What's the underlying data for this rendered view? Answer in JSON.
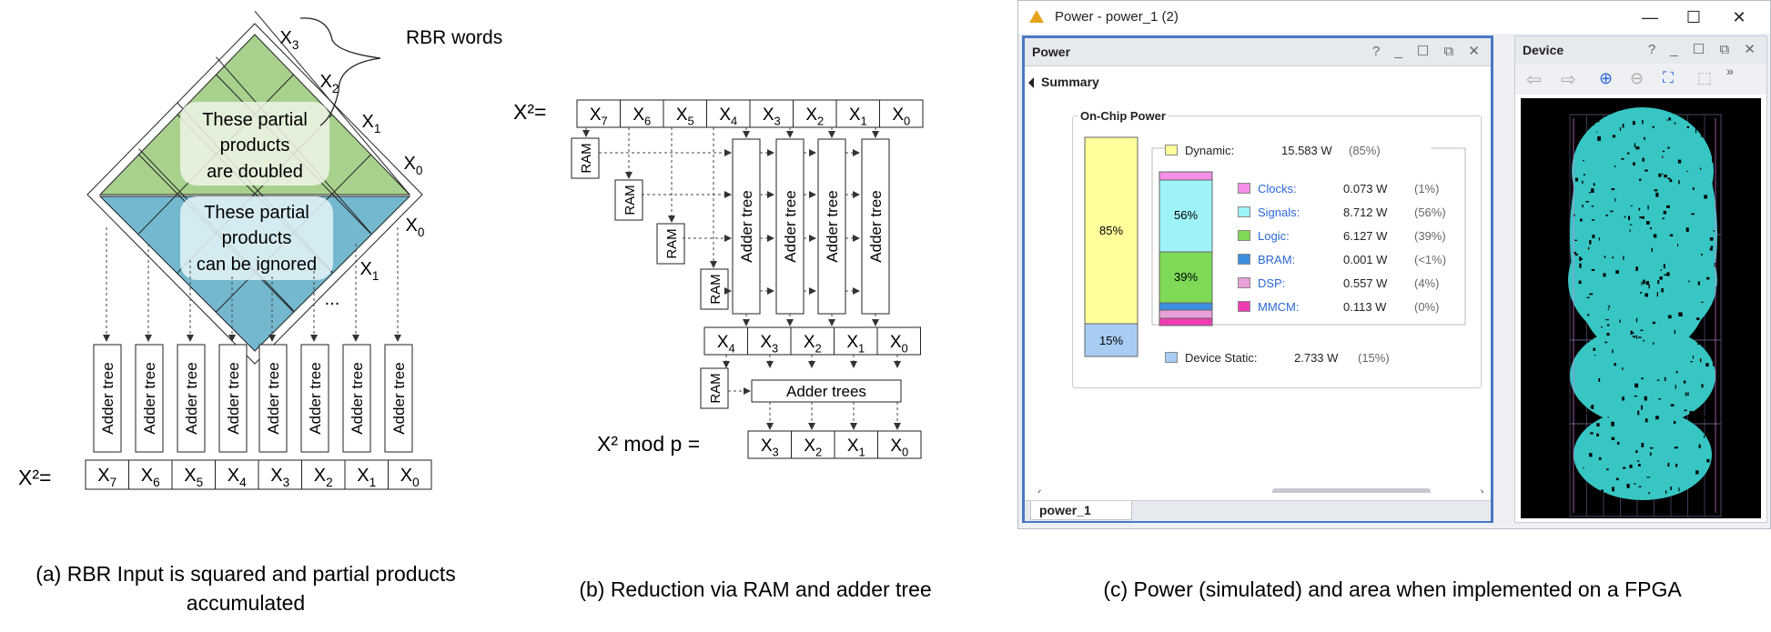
{
  "diagram_a": {
    "top_labels": [
      "X3",
      "X2",
      "X1",
      "X0"
    ],
    "bottom_labels": [
      "X0",
      "X1",
      "..."
    ],
    "rbr_words": "RBR words",
    "green_note": [
      "These partial",
      "products",
      "are doubled"
    ],
    "blue_note": [
      "These partial",
      "products",
      "can be ignored"
    ],
    "adder_tree": "Adder tree",
    "x2_label": "X²=",
    "result_cells": [
      "X7",
      "X6",
      "X5",
      "X4",
      "X3",
      "X2",
      "X1",
      "X0"
    ],
    "caption_line1": "(a) RBR Input is squared and partial products",
    "caption_line2": "accumulated"
  },
  "diagram_b": {
    "x2_label": "X²=",
    "input_cells": [
      "X7",
      "X6",
      "X5",
      "X4",
      "X3",
      "X2",
      "X1",
      "X0"
    ],
    "ram": "RAM",
    "adder_tree": "Adder tree",
    "mid_cells": [
      "X4",
      "X3",
      "X2",
      "X1",
      "X0"
    ],
    "adder_trees": "Adder trees",
    "mod_label": "X² mod p =",
    "out_cells": [
      "X3",
      "X2",
      "X1",
      "X0"
    ],
    "caption": "(b) Reduction via RAM and adder tree"
  },
  "fpga_window": {
    "title": "Power - power_1 (2)",
    "win_buttons": [
      "—",
      "☐",
      "✕"
    ],
    "power_panel": {
      "title": "Power",
      "tools": "? _ ☐ ⧉ ✕",
      "summary": "Summary",
      "on_chip_title": "On-Chip Power",
      "dynamic": {
        "label": "Dynamic:",
        "value": "15.583 W",
        "pct": "(85%)"
      },
      "bar_labels": {
        "dynamic_pct": "85%",
        "static_pct": "15%",
        "signals_pct": "56%",
        "logic_pct": "39%"
      },
      "items": [
        {
          "label": "Clocks:",
          "value": "0.073 W",
          "pct": "(1%)",
          "color": "#f58ee6"
        },
        {
          "label": "Signals:",
          "value": "8.712 W",
          "pct": "(56%)",
          "color": "#9ef3f6"
        },
        {
          "label": "Logic:",
          "value": "6.127 W",
          "pct": "(39%)",
          "color": "#7ed957"
        },
        {
          "label": "BRAM:",
          "value": "0.001 W",
          "pct": "(<1%)",
          "color": "#3c8fe0"
        },
        {
          "label": "DSP:",
          "value": "0.557 W",
          "pct": "(4%)",
          "color": "#e8a0d8"
        },
        {
          "label": "MMCM:",
          "value": "0.113 W",
          "pct": "(0%)",
          "color": "#f03cb4"
        }
      ],
      "device_static": {
        "label": "Device Static:",
        "value": "2.733 W",
        "pct": "(15%)"
      },
      "tab": "power_1"
    },
    "device_panel": {
      "title": "Device",
      "tools": "? _ ☐ ⧉ ✕"
    }
  },
  "caption_c": "(c) Power (simulated) and area when implemented on a FPGA"
}
